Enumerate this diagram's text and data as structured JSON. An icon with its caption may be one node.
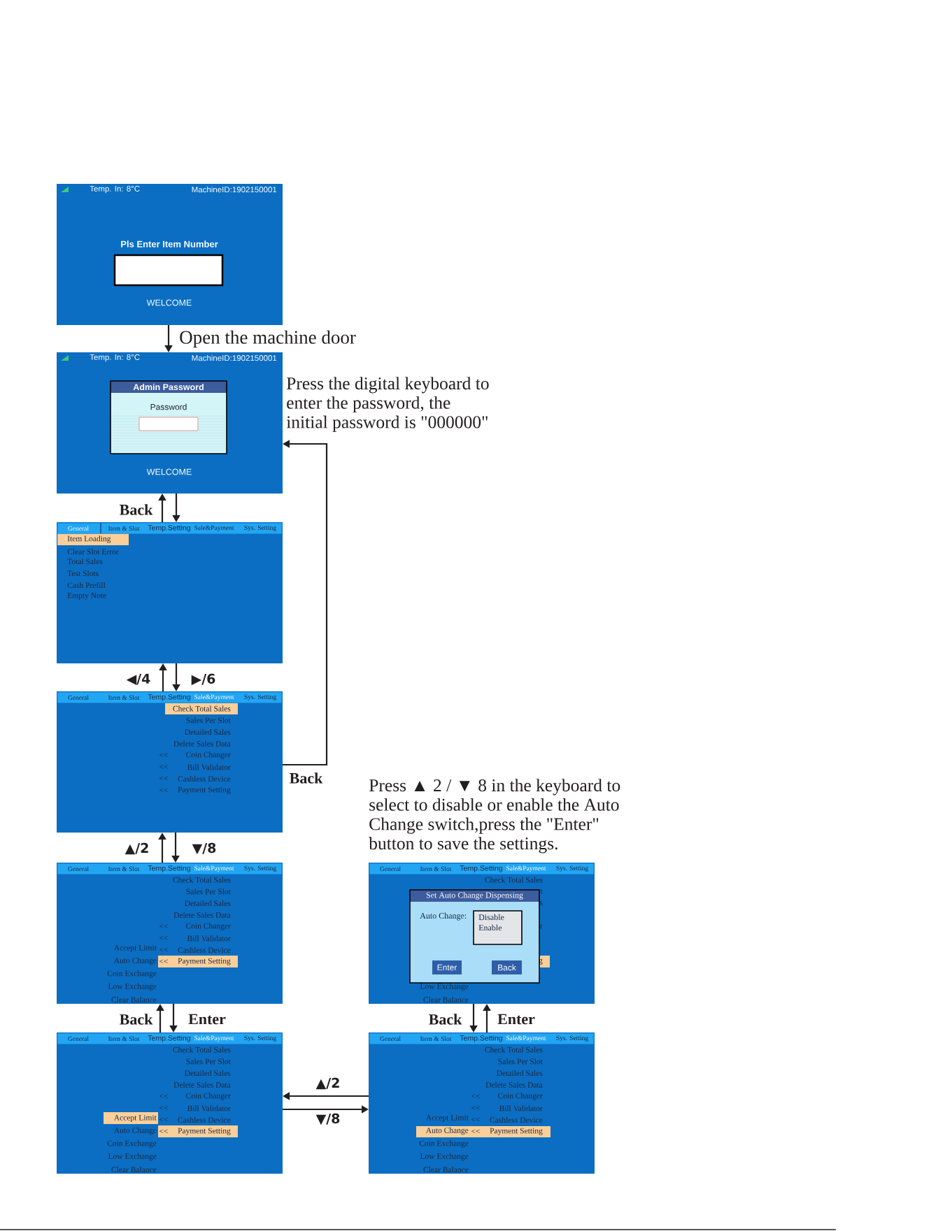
{
  "diagram": {
    "nodes": [
      {
        "text": [
          "Temp. In: 8°C",
          "MachineID:1902150001",
          "Pls Enter Item Number",
          "WELCOME"
        ]
      },
      {
        "text": [
          "Temp. In: 8°C",
          "MachineID:1902150001",
          "WELCOME"
        ]
      },
      {
        "text": [
          "Admin Password",
          "Password"
        ],
        "in": 1
      },
      {
        "text": [
          "Clear Slot Error",
          "Total Sales",
          "Test Slots",
          "Cash Prefill",
          "Empty Note"
        ]
      },
      {
        "text": [
          "General",
          "Item & Slot",
          "Temp.Setting",
          "Sale&Payment",
          "Sys. Setting"
        ],
        "in": 3
      },
      {
        "text": [
          "Item Loading"
        ],
        "in": 3
      },
      {
        "text": [
          "Sales Per Slot",
          "Detailed Sales",
          "Delete Sales Data",
          "<<",
          "Coin Changer",
          "<<",
          "Bill Validator",
          "<<",
          "Cashless Device",
          "<<",
          "Payment Setting"
        ]
      },
      {
        "text": [
          "General",
          "Item & Slot",
          "Temp.Setting",
          "Sale&Payment",
          "Sys. Setting"
        ],
        "in": 6
      },
      {
        "text": [
          "Check Total Sales"
        ],
        "in": 6
      },
      {
        "text": [
          "Check Total Sales",
          "Sales Per Slot",
          "Detailed Sales",
          "Delete Sales Data",
          "<<",
          "Coin Changer",
          "<<",
          "Bill Validator",
          "Accept Limit",
          "<<",
          "Cashless Device",
          "Auto Change",
          "Coin Exchange",
          "Low Exchange",
          "Clear Balance"
        ]
      },
      {
        "text": [
          "General",
          "Item & Slot",
          "Temp.Setting",
          "Sale&Payment",
          "Sys. Setting"
        ],
        "in": 9
      },
      {
        "text": [
          "<<",
          "Payment Setting"
        ],
        "in": 9
      },
      {
        "text": [
          "Check Total Sales",
          "Sales Per Slot",
          "Detailed Sales",
          "Delete Sales Data",
          "<<",
          "Coin Changer",
          "<<",
          "Bill Validator",
          "<<",
          "Cashless Device",
          "Auto Change",
          "Coin Exchange",
          "Low Exchange",
          "Clear Balance"
        ]
      },
      {
        "text": [
          "General",
          "Item & Slot",
          "Temp.Setting",
          "Sale&Payment",
          "Sys. Setting"
        ],
        "in": 12
      },
      {
        "text": [
          "Accept Limit"
        ],
        "in": 12
      },
      {
        "text": [
          "<<",
          "Payment Setting"
        ],
        "in": 12
      },
      {
        "text": [
          "Check Total Sales",
          "t",
          "s",
          "r",
          "Low Exchange",
          "Clear Balance"
        ]
      },
      {
        "text": [
          "General",
          "Item & Slot",
          "Temp.Setting",
          "Sale&Payment",
          "Sys. Setting"
        ],
        "in": 16
      },
      {
        "text": [
          "g"
        ],
        "in": 16
      },
      {
        "text": [
          "Set Auto Change Dispensing",
          "Auto Change:"
        ],
        "in": 16
      },
      {
        "text": [
          "Disable",
          "Enable"
        ],
        "in": 19
      },
      {
        "text": [
          "Enter"
        ],
        "in": 19
      },
      {
        "text": [
          "Back"
        ],
        "in": 19
      },
      {
        "text": [
          "Check Total Sales",
          "Sales Per Slot",
          "Detailed Sales",
          "Delete Sales Data",
          "<<",
          "Coin Changer",
          "<<",
          "Bill Validator",
          "Accept Limit",
          "<<",
          "Cashless Device",
          "Coin Exchange",
          "Low Exchange",
          "Clear Balance"
        ]
      },
      {
        "text": [
          "General",
          "Item & Slot",
          "Temp.Setting",
          "Sale&Payment",
          "Sys. Setting"
        ],
        "in": 23
      },
      {
        "text": [
          "Auto Change",
          "<<",
          "Payment Setting"
        ],
        "in": 23
      }
    ],
    "edges": [
      {
        "from": 0,
        "to": 1,
        "arrow": "to",
        "label": "Open the machine door"
      },
      {
        "from": 1,
        "to": 3,
        "arrow": "to"
      },
      {
        "from": 3,
        "to": 1,
        "arrow": "to",
        "label": "Back"
      },
      {
        "from": 6,
        "to": 3,
        "arrow": "to",
        "label": "◀/4"
      },
      {
        "from": 3,
        "to": 6,
        "arrow": "to",
        "label": "▶/6"
      },
      {
        "from": 6,
        "to": 1,
        "arrow": "to",
        "label": "Back"
      },
      {
        "from": 9,
        "to": 6,
        "arrow": "to",
        "label": "▲/2"
      },
      {
        "from": 6,
        "to": 9,
        "arrow": "to",
        "label": "▼/8"
      },
      {
        "from": 12,
        "to": 9,
        "arrow": "to",
        "label": "Back"
      },
      {
        "from": 9,
        "to": 12,
        "arrow": "to",
        "label": "Enter"
      },
      {
        "from": 23,
        "to": 12,
        "arrow": "to",
        "label": "▲/2"
      },
      {
        "from": 12,
        "to": 23,
        "arrow": "to",
        "label": "▼/8"
      },
      {
        "from": 16,
        "to": 23,
        "arrow": "to",
        "label": "Back"
      },
      {
        "from": 23,
        "to": 16,
        "arrow": "to",
        "label": "Enter"
      }
    ],
    "labels": [
      "Press the digital keyboard to enter the password, the initial password is \"000000\"",
      "Press ▲ 2 / ▼ 8 in the keyboard to select to disable or enable the Auto Change switch,press the \"Enter\" button to save the settings."
    ]
  }
}
